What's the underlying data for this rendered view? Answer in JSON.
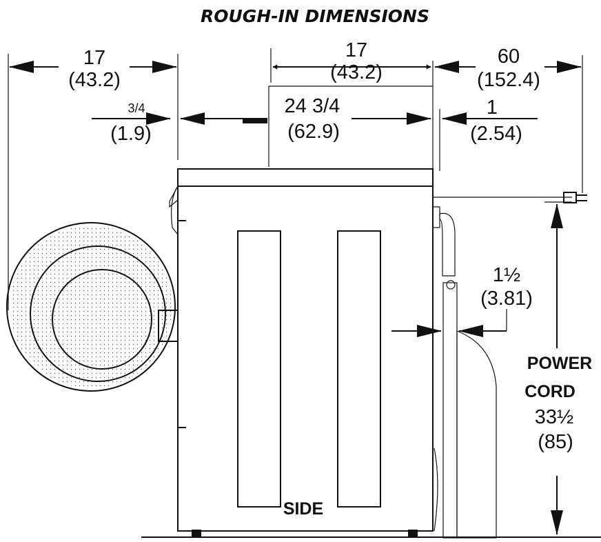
{
  "title": "ROUGH-IN DIMENSIONS",
  "dimensions": {
    "left_clearance": {
      "inches": "17",
      "cm": "(43.2)"
    },
    "top_depth": {
      "inches": "17",
      "cm": "(43.2)"
    },
    "right_cord": {
      "inches": "60",
      "cm": "(152.4)"
    },
    "door_offset": {
      "inches": "3/4",
      "cm": "(1.9)"
    },
    "cabinet_depth": {
      "inches": "24 3/4",
      "cm": "(62.9)"
    },
    "rear_gap": {
      "inches": "1",
      "cm": "(2.54)"
    },
    "wall_gap": {
      "inches": "1½",
      "cm": "(3.81)"
    },
    "cord_height": {
      "line1": "POWER",
      "line2": "CORD",
      "inches": "33½",
      "cm": "(85)"
    }
  },
  "view_label": "SIDE",
  "colors": {
    "line": "#111111",
    "stipple": "#555555",
    "background": "#ffffff"
  }
}
